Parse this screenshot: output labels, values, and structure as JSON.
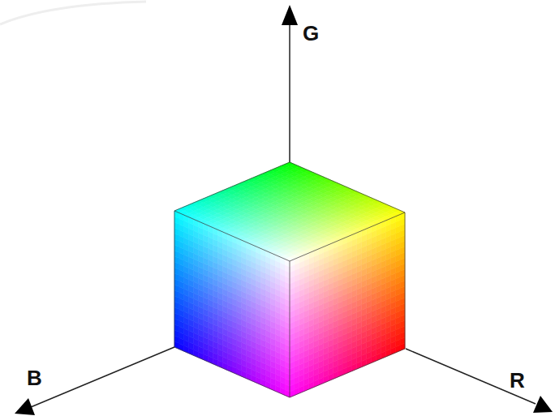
{
  "diagram": {
    "labels": [
      "G",
      "B",
      "R"
    ]
  }
}
